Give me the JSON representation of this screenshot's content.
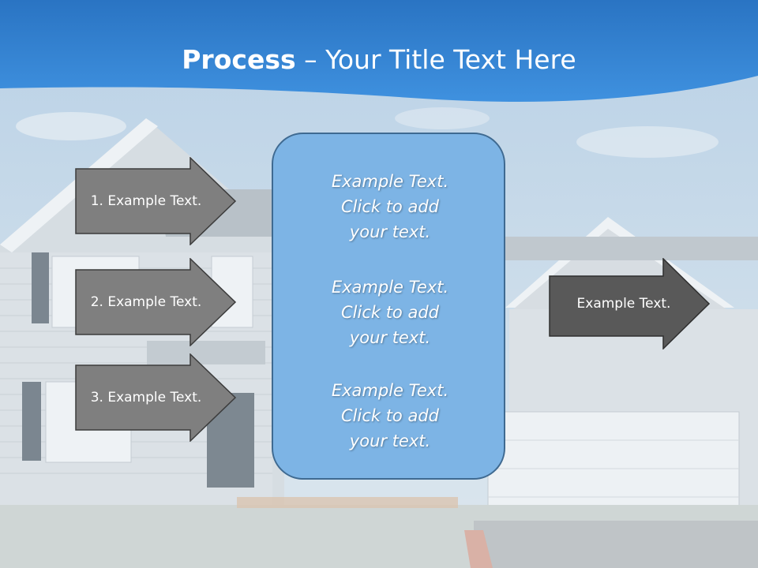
{
  "title": {
    "bold": "Process",
    "separator": " – ",
    "rest": "Your Title Text Here"
  },
  "left_arrows": [
    {
      "label": "1. Example Text."
    },
    {
      "label": "2. Example Text."
    },
    {
      "label": "3. Example Text."
    }
  ],
  "center_box": {
    "paragraphs": [
      {
        "line1": "Example Text.",
        "line2": "Click  to add",
        "line3": "your text."
      },
      {
        "line1": "Example Text.",
        "line2": "Click  to add",
        "line3": "your text."
      },
      {
        "line1": "Example Text.",
        "line2": "Click  to add",
        "line3": "your text."
      }
    ]
  },
  "right_arrow": {
    "label": "Example Text."
  },
  "colors": {
    "header_blue": "#2f7fd0",
    "box_fill": "#7db4e5",
    "arrow_gray": "#7f7f7f",
    "arrow_dark": "#595959"
  }
}
